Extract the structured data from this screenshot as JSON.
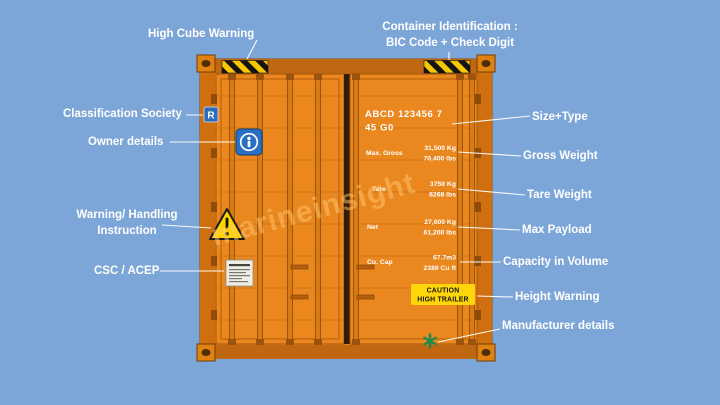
{
  "watermark": "marineinsight",
  "annotations": {
    "high_cube": "High Cube Warning",
    "container_id_1": "Container Identification :",
    "container_id_2": "BIC Code + Check Digit",
    "classification_society": "Classification Society",
    "owner_details": "Owner details",
    "warning_1": "Warning/ Handling",
    "warning_2": "Instruction",
    "csc_acep": "CSC / ACEP",
    "size_type": "Size+Type",
    "gross_weight": "Gross Weight",
    "tare_weight": "Tare Weight",
    "max_payload": "Max Payload",
    "capacity_volume": "Capacity in Volume",
    "height_warning": "Height Warning",
    "manufacturer_details": "Manufacturer details"
  },
  "container_markings": {
    "id_line1": "ABCD 123456 7",
    "id_line2": "45 G0",
    "max_gross": {
      "label": "Max. Gross",
      "kg": "31,500 Kg",
      "lbs": "70,400 lbs"
    },
    "tare": {
      "label": "Tare",
      "kg": "3750 Kg",
      "lbs": "8268 lbs"
    },
    "net": {
      "label": "Net",
      "kg": "27,600 Kg",
      "lbs": "61,200 lbs"
    },
    "cu_cap": {
      "label": "Cu. Cap",
      "m3": "67.7m3",
      "cuft": "2389 Cu ft"
    },
    "caution_1": "CAUTION",
    "caution_2": "HIGH TRAILER",
    "classification_letter": "R"
  },
  "colors": {
    "background": "#7da6d8",
    "container_orange": "#e8831c",
    "rail_orange": "#c06711",
    "hazard_yellow": "#f7c800",
    "caution_yellow": "#ffd60a",
    "label_white": "#ffffff",
    "icon_blue": "#2a6fc4",
    "manufacturer_green": "#1d8a50"
  }
}
